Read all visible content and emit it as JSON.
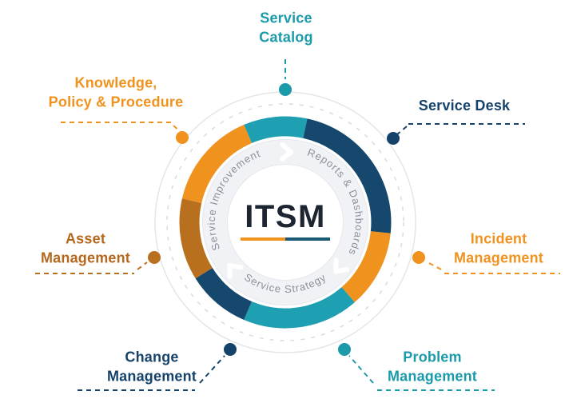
{
  "center": {
    "label": "ITSM"
  },
  "ring_labels": [
    {
      "label": "Service Improvement"
    },
    {
      "label": "Reports & Dashboards"
    },
    {
      "label": "Service Strategy"
    }
  ],
  "nodes": [
    {
      "id": "service-catalog",
      "label": "Service\nCatalog",
      "color": "#1b9aaa"
    },
    {
      "id": "service-desk",
      "label": "Service Desk",
      "color": "#15426b"
    },
    {
      "id": "knowledge-policy-procedure",
      "label": "Knowledge,\nPolicy & Procedure",
      "color": "#f0921e"
    },
    {
      "id": "asset-management",
      "label": "Asset\nManagement",
      "color": "#b5671c"
    },
    {
      "id": "incident-management",
      "label": "Incident\nManagement",
      "color": "#f0921e"
    },
    {
      "id": "change-management",
      "label": "Change\nManagement",
      "color": "#15426b"
    },
    {
      "id": "problem-management",
      "label": "Problem\nManagement",
      "color": "#1b9aaa"
    }
  ],
  "colors": {
    "teal": "#1b9aaa",
    "navy": "#15426b",
    "orange": "#f0921e",
    "dark_orange": "#b9701e",
    "title_text": "#1d2531",
    "ring_text_gray": "#8a909a",
    "underline_left": "#f0921e",
    "underline_right": "#1b5a75"
  }
}
